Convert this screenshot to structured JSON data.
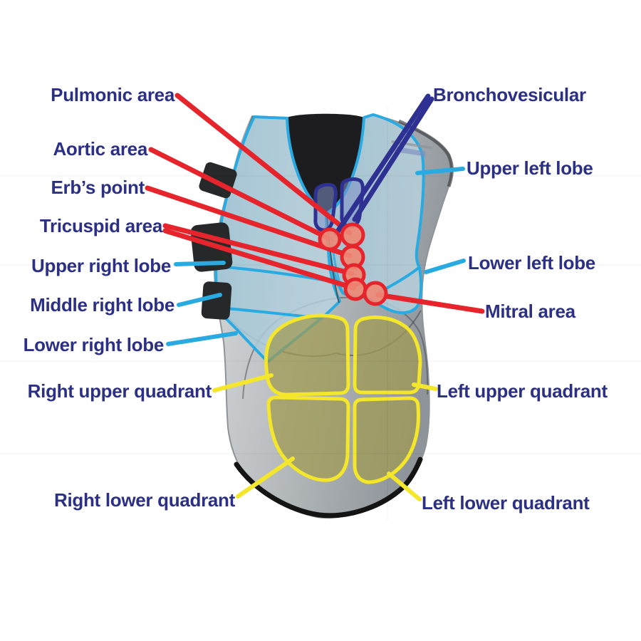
{
  "diagram": {
    "subject": "Auscultation training vest",
    "description": "Front view of a wearable auscultation vest with labeled heart valve areas, lung lobes, bronchovesicular areas and abdominal quadrants"
  },
  "legend_colors": {
    "heart_areas": "#e5242b",
    "lung_lobes": "#29abe2",
    "bronchovesicular": "#2e3192",
    "abdominal_quadrants": "#f3e62b",
    "label_text": "#2b3084",
    "auscultation_point_fill": "#ef8975",
    "lung_overlay": "#a5c6d4",
    "quadrant_overlay": "#aaa35c"
  },
  "labels": {
    "left": [
      {
        "text": "Pulmonic area",
        "category": "heart"
      },
      {
        "text": "Aortic area",
        "category": "heart"
      },
      {
        "text": "Erb’s point",
        "category": "heart"
      },
      {
        "text": "Tricuspid area",
        "category": "heart"
      },
      {
        "text": "Upper right lobe",
        "category": "lung"
      },
      {
        "text": "Middle right lobe",
        "category": "lung"
      },
      {
        "text": "Lower right lobe",
        "category": "lung"
      },
      {
        "text": "Right upper quadrant",
        "category": "abdomen"
      },
      {
        "text": "Right lower quadrant",
        "category": "abdomen"
      }
    ],
    "right": [
      {
        "text": "Bronchovesicular",
        "category": "breath-sound"
      },
      {
        "text": "Upper left lobe",
        "category": "lung"
      },
      {
        "text": "Lower left lobe",
        "category": "lung"
      },
      {
        "text": "Mitral area",
        "category": "heart"
      },
      {
        "text": "Left upper quadrant",
        "category": "abdomen"
      },
      {
        "text": "Left lower quadrant",
        "category": "abdomen"
      }
    ]
  }
}
